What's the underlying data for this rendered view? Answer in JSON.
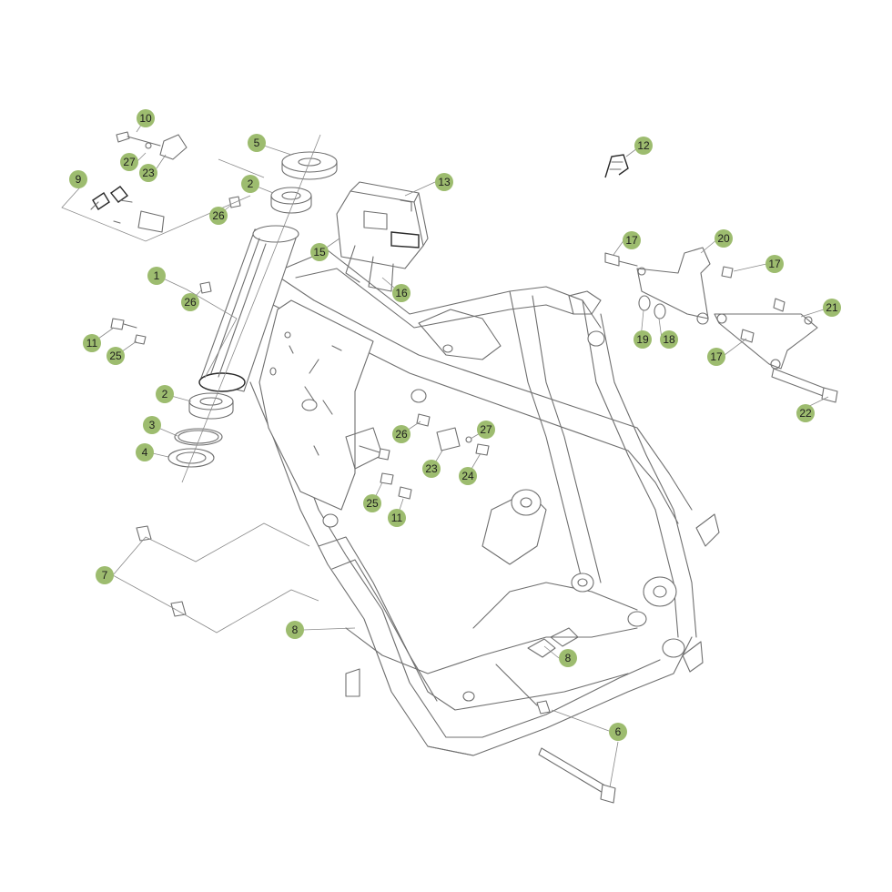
{
  "diagram": {
    "callout_color": "#9dbc6f",
    "callouts": [
      {
        "id": "c10a",
        "label": "10"
      },
      {
        "id": "c27a",
        "label": "27"
      },
      {
        "id": "c23a",
        "label": "23"
      },
      {
        "id": "c9",
        "label": "9"
      },
      {
        "id": "c26a",
        "label": "26"
      },
      {
        "id": "c5",
        "label": "5"
      },
      {
        "id": "c2a",
        "label": "2"
      },
      {
        "id": "c13",
        "label": "13"
      },
      {
        "id": "c12",
        "label": "12"
      },
      {
        "id": "c15",
        "label": "15"
      },
      {
        "id": "c16",
        "label": "16"
      },
      {
        "id": "c1",
        "label": "1"
      },
      {
        "id": "c26b",
        "label": "26"
      },
      {
        "id": "c11a",
        "label": "11"
      },
      {
        "id": "c25a",
        "label": "25"
      },
      {
        "id": "c2b",
        "label": "2"
      },
      {
        "id": "c3",
        "label": "3"
      },
      {
        "id": "c4",
        "label": "4"
      },
      {
        "id": "c26c",
        "label": "26"
      },
      {
        "id": "c27b",
        "label": "27"
      },
      {
        "id": "c23b",
        "label": "23"
      },
      {
        "id": "c24",
        "label": "24"
      },
      {
        "id": "c25b",
        "label": "25"
      },
      {
        "id": "c11b",
        "label": "11"
      },
      {
        "id": "c7",
        "label": "7"
      },
      {
        "id": "c8a",
        "label": "8"
      },
      {
        "id": "c8b",
        "label": "8"
      },
      {
        "id": "c6",
        "label": "6"
      },
      {
        "id": "c17a",
        "label": "17"
      },
      {
        "id": "c20",
        "label": "20"
      },
      {
        "id": "c17b",
        "label": "17"
      },
      {
        "id": "c21",
        "label": "21"
      },
      {
        "id": "c19",
        "label": "19"
      },
      {
        "id": "c18",
        "label": "18"
      },
      {
        "id": "c17c",
        "label": "17"
      },
      {
        "id": "c22",
        "label": "22"
      }
    ]
  }
}
